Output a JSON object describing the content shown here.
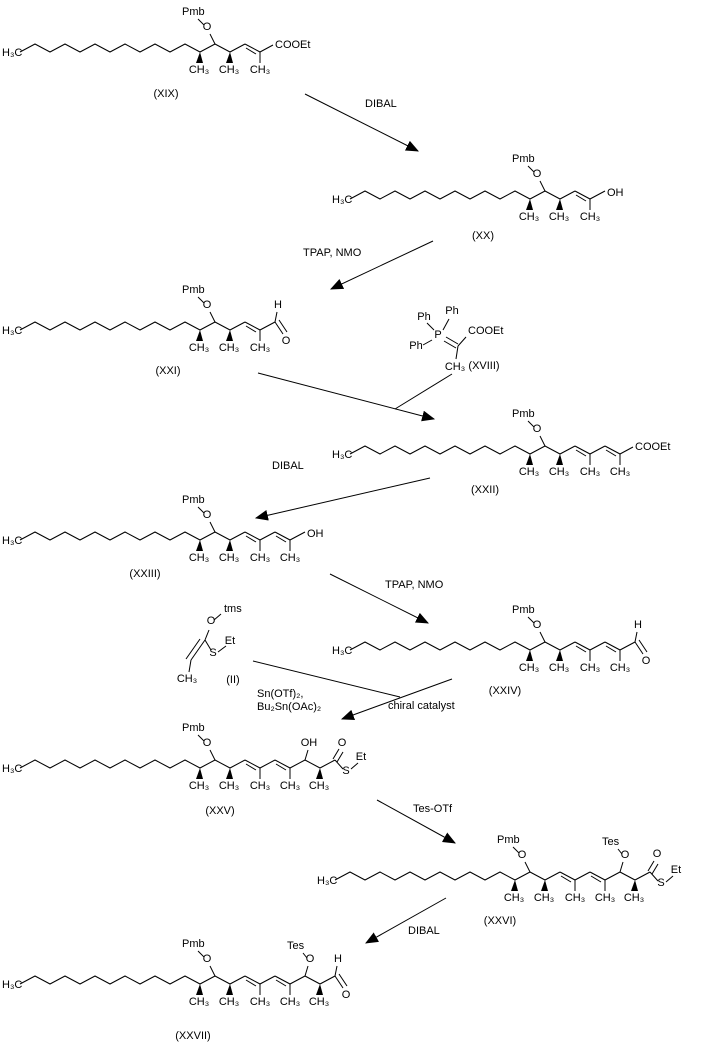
{
  "colors": {
    "ink": "#000000",
    "background": "#ffffff"
  },
  "labels": {
    "h3c": "H₃C",
    "ch3": "CH₃",
    "pmb": "Pmb",
    "o": "O",
    "oh": "OH",
    "h": "H",
    "cooet": "COOEt",
    "s": "S",
    "et": "Et",
    "tms": "tms",
    "tes": "Tes",
    "p": "P",
    "ph": "Ph"
  },
  "compounds": {
    "xix": "(XIX)",
    "xx": "(XX)",
    "xxi": "(XXI)",
    "xviii": "(XVIII)",
    "xxii": "(XXII)",
    "xxiii": "(XXIII)",
    "xxiv": "(XXIV)",
    "ii": "(II)",
    "xxv": "(XXV)",
    "xxvi": "(XXVI)",
    "xxvii": "(XXVII)"
  },
  "reagents": {
    "step1": "DIBAL",
    "step2": "TPAP, NMO",
    "step3": "",
    "step4": "DIBAL",
    "step5": "TPAP, NMO",
    "step6a": "Sn(OTf)₂,",
    "step6b": "Bu₂Sn(OAc)₂",
    "step6c": "chiral catalyst",
    "step7": "Tes-OTf",
    "step8": "DIBAL"
  }
}
